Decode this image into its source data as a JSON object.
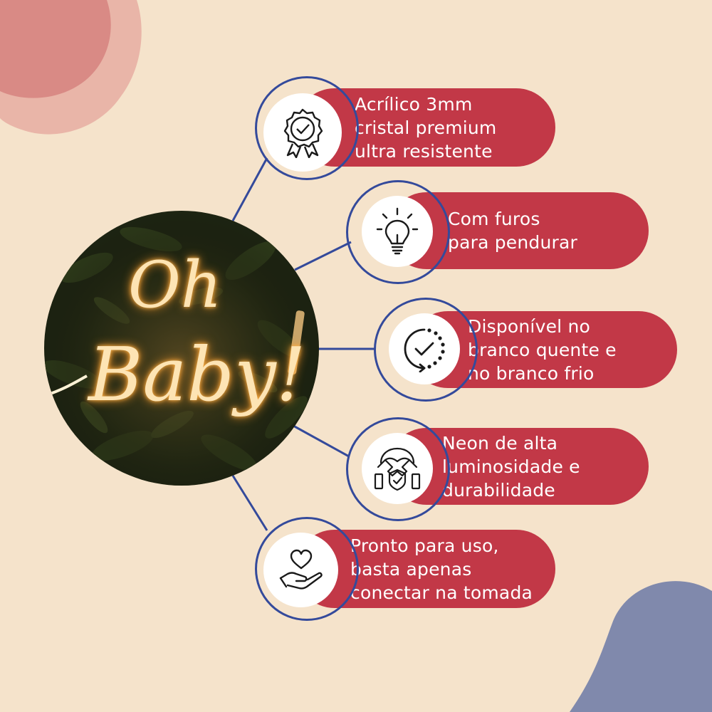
{
  "colors": {
    "background": "#f5e3cb",
    "pill": "#c23847",
    "ring": "#344a9b",
    "blob_red": "#d98a85",
    "blob_blue": "#6b79a7",
    "neon": "#fde4b4"
  },
  "photo": {
    "neon_text_line1": "Oh",
    "neon_text_line2": "Baby!"
  },
  "features": [
    {
      "icon": "badge-check-icon",
      "text": "Acrílico 3mm\ncristal premium\nultra resistente"
    },
    {
      "icon": "lightbulb-icon",
      "text": "Com furos\npara pendurar"
    },
    {
      "icon": "clock-check-icon",
      "text": "Disponível no\nbranco quente e\nno branco frio"
    },
    {
      "icon": "handshake-shield-icon",
      "text": "Neon de alta\nluminosidade e\ndurabilidade"
    },
    {
      "icon": "heart-hand-icon",
      "text": "Pronto para uso,\nbasta apenas\nconectar na tomada"
    }
  ]
}
